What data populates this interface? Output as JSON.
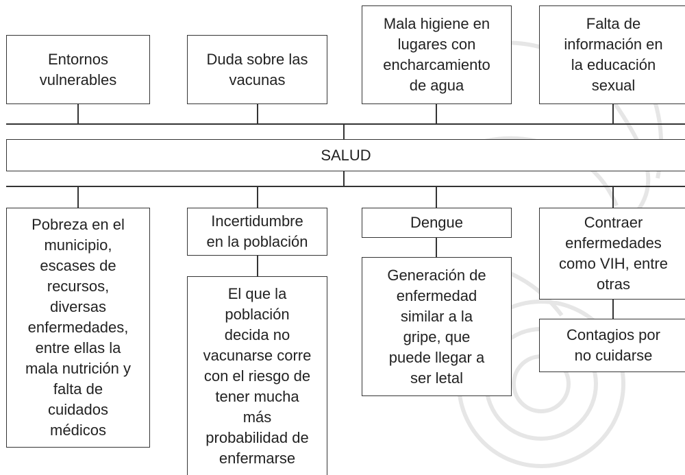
{
  "causes": [
    "Entornos\nvulnerables",
    "Duda sobre las\nvacunas",
    "Mala higiene en\nlugares con\nencharcamiento\nde agua",
    "Falta de\ninformación en\nla educación\nsexual"
  ],
  "center": "SALUD",
  "effects": [
    "Pobreza en el\nmunicipio,\nescases de\nrecursos,\ndiversas\nenfermedades,\nentre ellas la\nmala nutrición y\nfalta de\ncuidados\nmédicos",
    "Incertidumbre\nen la población",
    "Dengue",
    "Contraer\nenfermedades\ncomo VIH, entre\notras"
  ],
  "consequences": [
    "El que la\npoblación\ndecida no\nvacunarse corre\ncon el riesgo de\ntener mucha\nmás\nprobabilidad de\nenfermarse",
    "Generación de\nenfermedad\nsimilar a la\ngripe, que\npuede llegar a\nser letal",
    "Contagios por\nno cuidarse"
  ]
}
